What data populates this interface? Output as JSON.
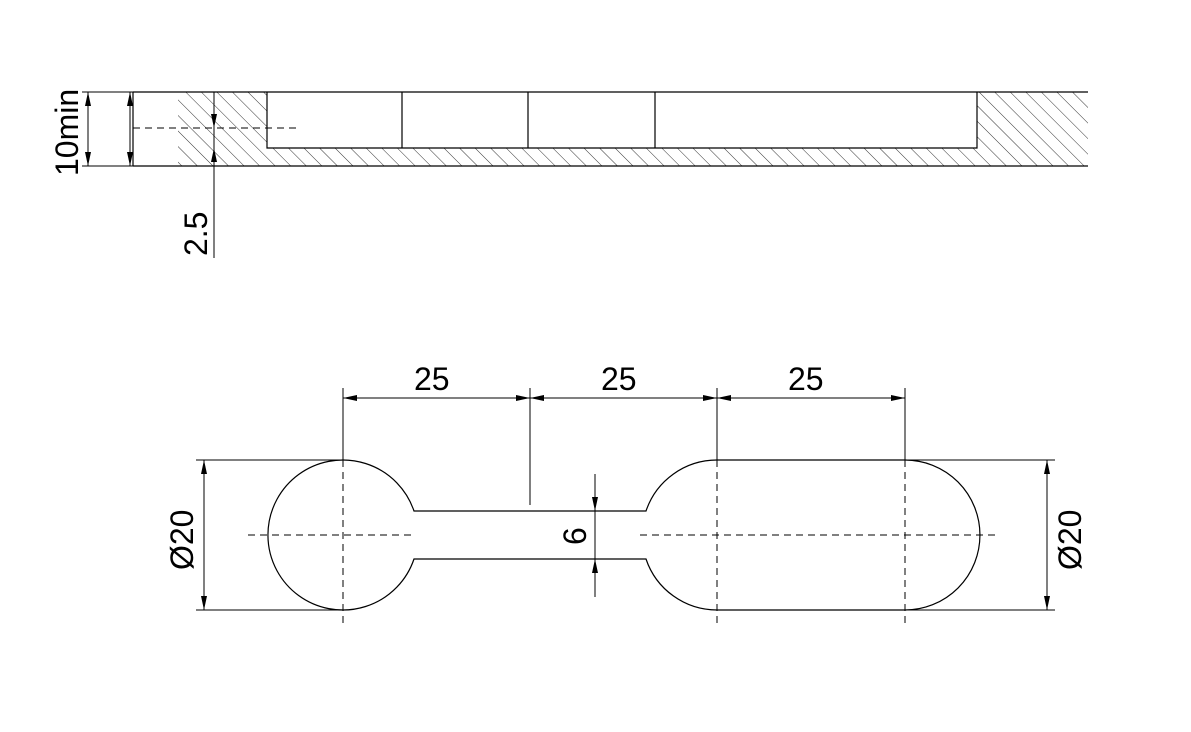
{
  "section_view": {
    "label_thickness": "10min",
    "label_depth": "2.5"
  },
  "plan_view": {
    "label_spacing_1": "25",
    "label_spacing_2": "25",
    "label_spacing_3": "25",
    "label_neck_width": "6",
    "label_diameter_left": "Ø20",
    "label_diameter_right": "Ø20"
  }
}
